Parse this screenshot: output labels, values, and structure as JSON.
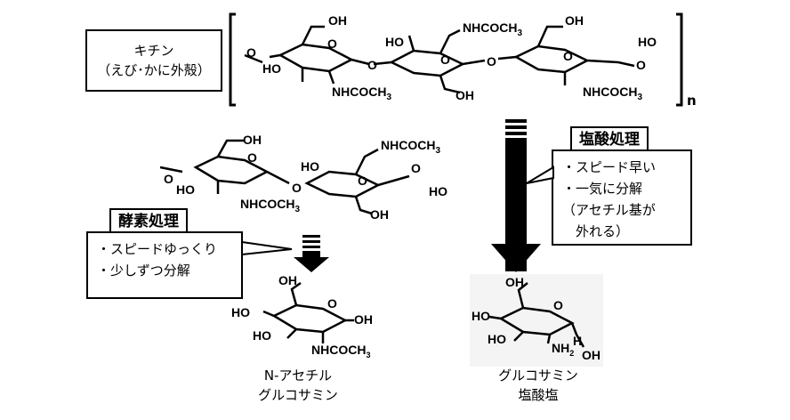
{
  "chitin": {
    "title": "キチン",
    "subtitle": "（えび･かに外殻）",
    "repeat_symbol": "n"
  },
  "chem_labels": {
    "oh": "OH",
    "ho": "HO",
    "o": "O",
    "nhacetyl": "NHCOCH",
    "sub3": "3",
    "nh2": "NH",
    "sub2": "2",
    "h": "H"
  },
  "acid": {
    "title": "塩酸処理",
    "lines": [
      "・スピード早い",
      "・一気に分解",
      "（アセチル基が",
      "　外れる）"
    ]
  },
  "enzyme": {
    "title": "酵素処理",
    "lines": [
      "・スピードゆっくり",
      "・少しずつ分解"
    ]
  },
  "products": {
    "nag_line1": "N-アセチル",
    "nag_line2": "グルコサミン",
    "glc_line1": "グルコサミン",
    "glc_line2": "塩酸塩"
  }
}
